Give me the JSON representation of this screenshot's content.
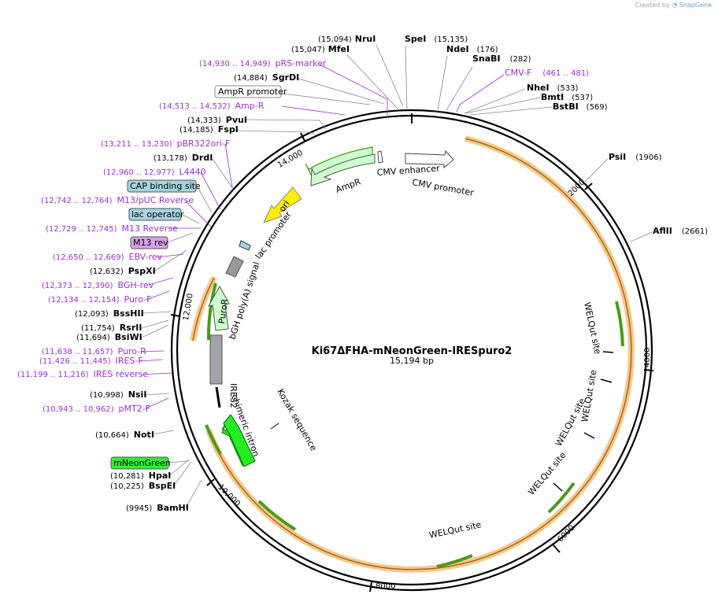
{
  "credit": {
    "prefix": "Created by",
    "brand": "SnapGene"
  },
  "plasmid": {
    "name": "Ki67ΔFHA-mNeonGreen-IRESpuro2",
    "length_label": "15,194 bp",
    "length": 15194
  },
  "ticks": [
    "2000",
    "4000",
    "6000",
    "8000",
    "10,000",
    "12,000",
    "14,000"
  ],
  "features": [
    {
      "label": "CMV enhancer",
      "type": "enhancer",
      "color": "#ffffff"
    },
    {
      "label": "CMV promoter",
      "type": "promoter",
      "color": "#ffffff"
    },
    {
      "label": "AmpR",
      "type": "CDS",
      "color": "#ccffcc"
    },
    {
      "label": "ori",
      "type": "rep_origin",
      "color": "#ffff00"
    },
    {
      "label": "lac promoter",
      "type": "promoter"
    },
    {
      "label": "bGH poly(A) signal",
      "type": "polyA",
      "color": "#999999"
    },
    {
      "label": "PuroR",
      "type": "CDS",
      "color": "#ccffcc"
    },
    {
      "label": "IRES2",
      "type": "misc",
      "color": "#999999"
    },
    {
      "label": "chimeric intron",
      "type": "intron"
    },
    {
      "label": "Kozak sequence",
      "type": "misc"
    },
    {
      "label": "WELQut site",
      "type": "site"
    },
    {
      "label": "WELQut site",
      "type": "site"
    },
    {
      "label": "WELQut site",
      "type": "site"
    },
    {
      "label": "WELQut site",
      "type": "site"
    },
    {
      "label": "WELQut site",
      "type": "site"
    }
  ],
  "boxed_features": [
    {
      "label": "AmpR promoter",
      "color": "#ffffff"
    },
    {
      "label": "CAP binding site",
      "color": "#a5d4e0"
    },
    {
      "label": "lac operator",
      "color": "#a5d4e0"
    },
    {
      "label": "M13 rev",
      "color": "#d9a0e8"
    },
    {
      "label": "mNeonGreen",
      "color": "#33ee33"
    }
  ],
  "sites": [
    {
      "name": "NruI",
      "pos": "(15,094)"
    },
    {
      "name": "MfeI",
      "pos": "(15,047)"
    },
    {
      "name": "SpeI",
      "pos": "(15,135)"
    },
    {
      "name": "NdeI",
      "pos": "(176)"
    },
    {
      "name": "SnaBI",
      "pos": "(282)"
    },
    {
      "name": "SgrDI",
      "pos": "(14,884)"
    },
    {
      "name": "NheI",
      "pos": "(533)"
    },
    {
      "name": "BmtI",
      "pos": "(537)"
    },
    {
      "name": "BstBI",
      "pos": "(569)"
    },
    {
      "name": "PvuI",
      "pos": "(14,333)"
    },
    {
      "name": "FspI",
      "pos": "(14,185)"
    },
    {
      "name": "DrdI",
      "pos": "(13,178)"
    },
    {
      "name": "PsiI",
      "pos": "(1906)"
    },
    {
      "name": "AflII",
      "pos": "(2661)"
    },
    {
      "name": "PspXI",
      "pos": "(12,632)"
    },
    {
      "name": "BssHII",
      "pos": "(12,093)"
    },
    {
      "name": "RsrII",
      "pos": "(11,754)"
    },
    {
      "name": "BsiWI",
      "pos": "(11,694)"
    },
    {
      "name": "NsiI",
      "pos": "(10,998)"
    },
    {
      "name": "NotI",
      "pos": "(10,664)"
    },
    {
      "name": "HpaI",
      "pos": "(10,281)"
    },
    {
      "name": "BspEI",
      "pos": "(10,225)"
    },
    {
      "name": "BamHI",
      "pos": "(9945)"
    }
  ],
  "primers": [
    {
      "name": "pRS-marker",
      "pos": "(14,930 .. 14,949)"
    },
    {
      "name": "CMV-F",
      "pos": "(461 .. 481)"
    },
    {
      "name": "Amp-R",
      "pos": "(14,513 .. 14,532)"
    },
    {
      "name": "pBR322ori-F",
      "pos": "(13,211 .. 13,230)"
    },
    {
      "name": "L4440",
      "pos": "(12,960 .. 12,977)"
    },
    {
      "name": "M13/pUC Reverse",
      "pos": "(12,742 .. 12,764)"
    },
    {
      "name": "M13 Reverse",
      "pos": "(12,729 .. 12,745)"
    },
    {
      "name": "EBV-rev",
      "pos": "(12,650 .. 12,669)"
    },
    {
      "name": "BGH-rev",
      "pos": "(12,373 .. 12,390)"
    },
    {
      "name": "Puro-F",
      "pos": "(12,134 .. 12,154)"
    },
    {
      "name": "Puro-R",
      "pos": "(11,638 .. 11,657)"
    },
    {
      "name": "IRES-F",
      "pos": "(11,426 .. 11,445)"
    },
    {
      "name": "IRES reverse",
      "pos": "(11,199 .. 11,216)"
    },
    {
      "name": "pMT2-F",
      "pos": "(10,943 .. 10,962)"
    }
  ]
}
